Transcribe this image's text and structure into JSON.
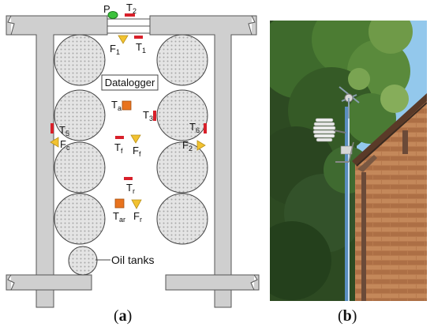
{
  "panel_a": {
    "caption_open": "(",
    "caption_letter": "a",
    "caption_close": ")",
    "datalogger_label": "Datalogger",
    "oil_tanks_label": "Oil tanks",
    "sensors": {
      "P": {
        "base": "P",
        "sub": ""
      },
      "T2": {
        "base": "T",
        "sub": "2"
      },
      "T1": {
        "base": "T",
        "sub": "1"
      },
      "F1": {
        "base": "F",
        "sub": "1"
      },
      "Ta": {
        "base": "T",
        "sub": "a"
      },
      "T3": {
        "base": "T",
        "sub": "3"
      },
      "T5": {
        "base": "T",
        "sub": "5"
      },
      "T6": {
        "base": "T",
        "sub": "6"
      },
      "Fc": {
        "base": "F",
        "sub": "c"
      },
      "F2": {
        "base": "F",
        "sub": "2"
      },
      "Tf": {
        "base": "T",
        "sub": "f"
      },
      "Ff": {
        "base": "F",
        "sub": "f"
      },
      "Tr": {
        "base": "T",
        "sub": "r"
      },
      "Tar": {
        "base": "T",
        "sub": "ar"
      },
      "Fr": {
        "base": "F",
        "sub": "r"
      }
    }
  },
  "panel_b": {
    "caption_open": "(",
    "caption_letter": "b",
    "caption_close": ")"
  },
  "colors": {
    "wall": "#cfcfcf",
    "temperature_sensor": "#d8202a",
    "flow_sensor": "#f2c230",
    "pressure_sensor": "#3cc13c",
    "orange_sensor": "#e8731e",
    "sky": "#8fc4ea",
    "brick": "#b3754a"
  }
}
